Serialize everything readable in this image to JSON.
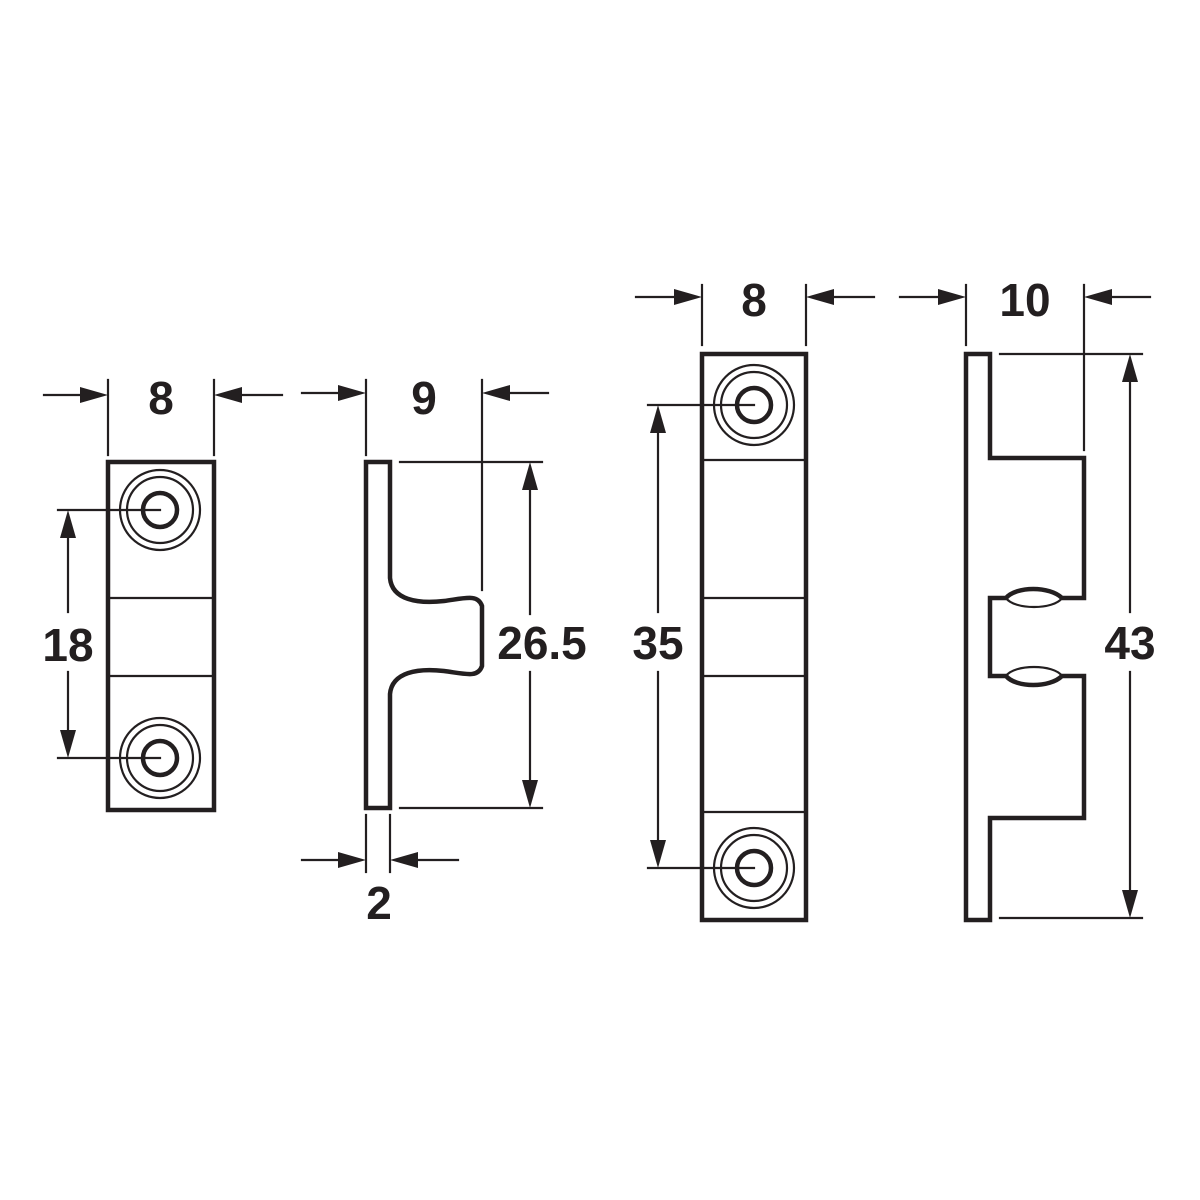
{
  "diagram": {
    "line_color": "#231f20",
    "background": "#ffffff",
    "views": {
      "small_front": {
        "width_label": "8",
        "hole_spacing_label": "18"
      },
      "small_side": {
        "depth_label": "9",
        "height_label": "26.5",
        "plate_thickness_label": "2"
      },
      "large_front": {
        "width_label": "8",
        "hole_spacing_label": "35"
      },
      "large_side": {
        "depth_label": "10",
        "height_label": "43"
      }
    }
  }
}
